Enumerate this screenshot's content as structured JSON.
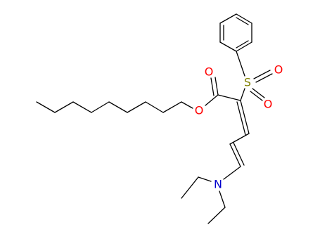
{
  "molecule": {
    "atoms": {
      "oxygen_carbonyl": {
        "symbol": "O",
        "color": "#ff0000"
      },
      "oxygen_ester": {
        "symbol": "O",
        "color": "#ff0000"
      },
      "sulfur": {
        "symbol": "S",
        "color": "#808000"
      },
      "oxygen_sulfonyl_1": {
        "symbol": "O",
        "color": "#ff0000"
      },
      "oxygen_sulfonyl_2": {
        "symbol": "O",
        "color": "#ff0000"
      },
      "nitrogen": {
        "symbol": "N",
        "color": "#0000cc"
      }
    }
  }
}
